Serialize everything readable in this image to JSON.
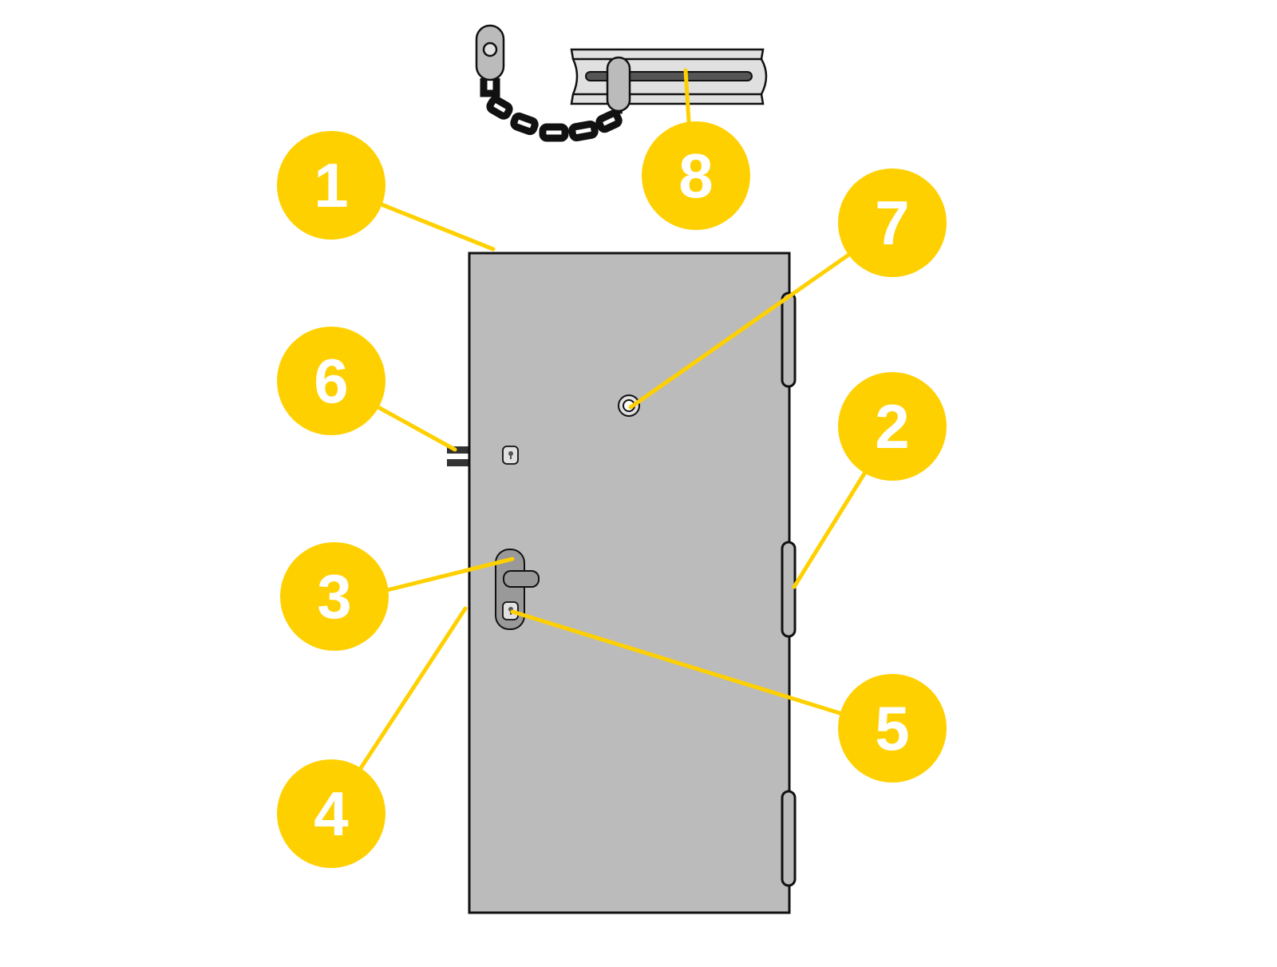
{
  "colors": {
    "callout": "#FFD000",
    "door": "#BBBBBB",
    "outline": "#111111",
    "dark_part": "#333333",
    "light_part": "#E0E0E0"
  },
  "callouts": [
    {
      "label": "1",
      "target": "door-frame-top"
    },
    {
      "label": "2",
      "target": "hinge"
    },
    {
      "label": "3",
      "target": "handle"
    },
    {
      "label": "4",
      "target": "door-edge"
    },
    {
      "label": "5",
      "target": "lower-lock-cylinder"
    },
    {
      "label": "6",
      "target": "bolts"
    },
    {
      "label": "7",
      "target": "peephole"
    },
    {
      "label": "8",
      "target": "door-chain-guard"
    }
  ]
}
